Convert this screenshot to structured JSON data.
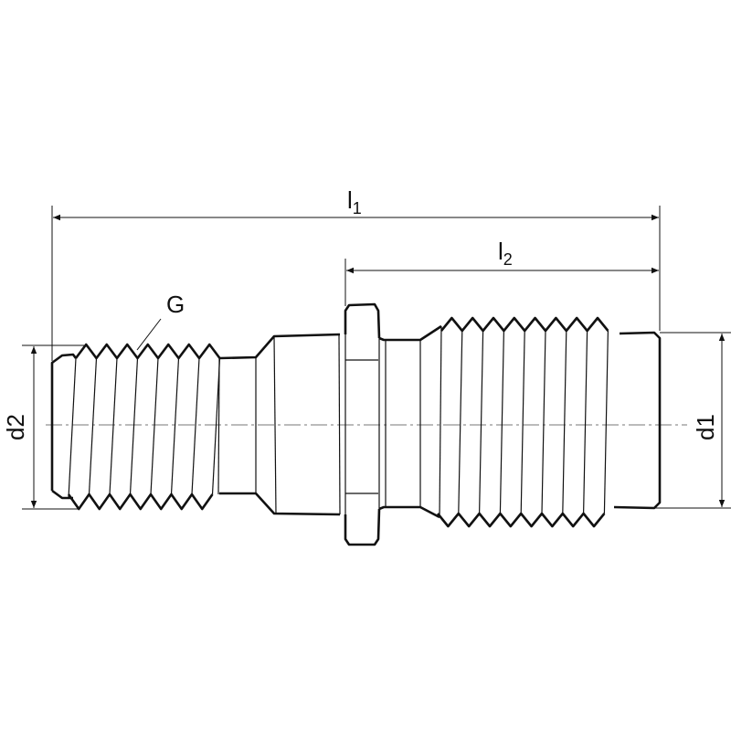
{
  "labels": {
    "l1": {
      "main": "l",
      "sub": "1"
    },
    "l2": {
      "main": "l",
      "sub": "2"
    },
    "d1": "d1",
    "d2": "d2",
    "thread": "G"
  }
}
